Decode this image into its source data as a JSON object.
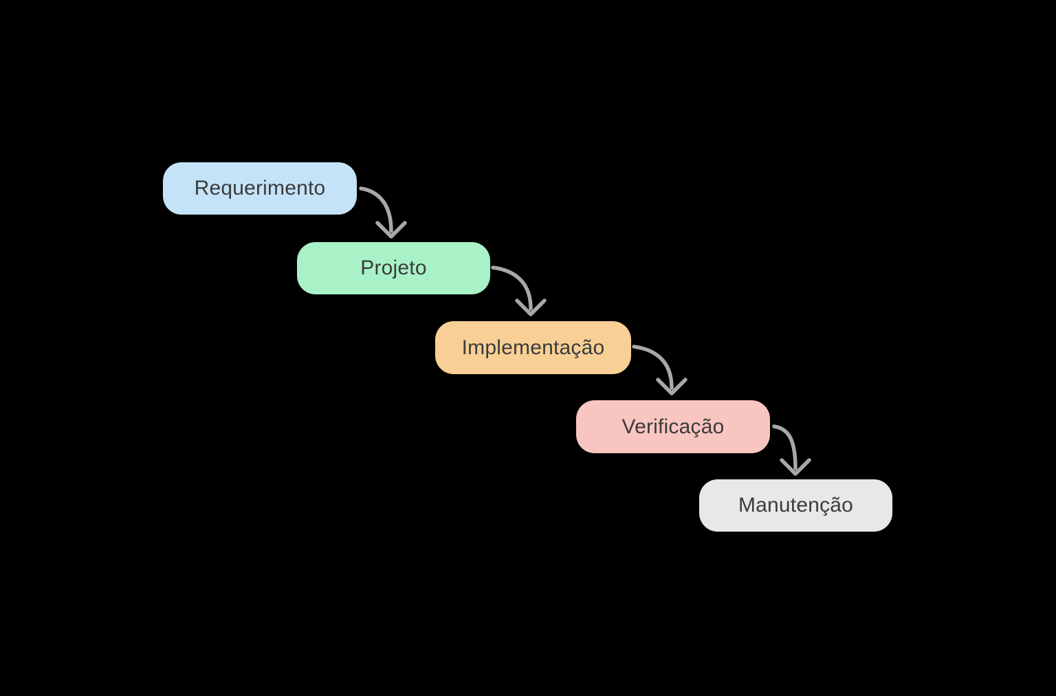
{
  "diagram": {
    "background": "#000000",
    "text_color": "#3b3b3b",
    "arrow_color": "#a8a8a8",
    "stages": [
      {
        "label": "Requerimento",
        "fill": "#c4e3f9"
      },
      {
        "label": "Projeto",
        "fill": "#a9f1c6"
      },
      {
        "label": "Implementação",
        "fill": "#f8d095"
      },
      {
        "label": "Verificação",
        "fill": "#f9c5c0"
      },
      {
        "label": "Manutenção",
        "fill": "#e8e8e8"
      }
    ]
  }
}
